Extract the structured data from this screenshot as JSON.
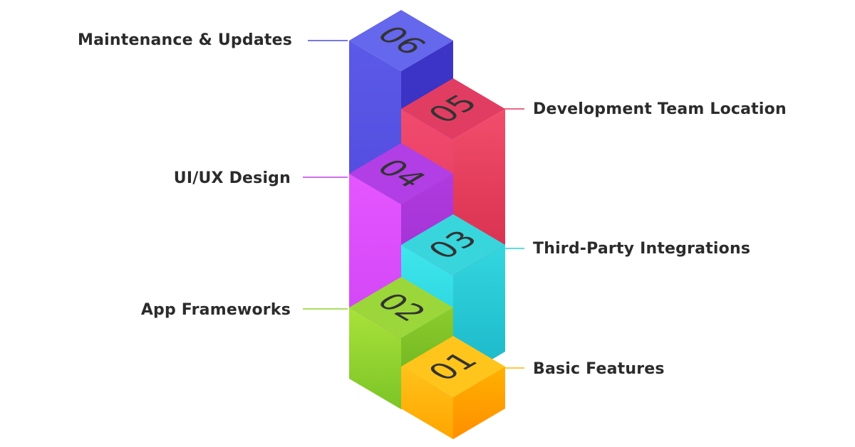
{
  "steps": [
    {
      "number": "01",
      "label": "Basic Features",
      "color": "#ffb800"
    },
    {
      "number": "02",
      "label": "App Frameworks",
      "color": "#8fd22c"
    },
    {
      "number": "03",
      "label": "Third-Party Integrations",
      "color": "#27d3dc"
    },
    {
      "number": "04",
      "label": "UI/UX Design",
      "color": "#c240f0"
    },
    {
      "number": "05",
      "label": "Development Team Location",
      "color": "#e8365a"
    },
    {
      "number": "06",
      "label": "Maintenance & Updates",
      "color": "#4a4bdc"
    }
  ]
}
